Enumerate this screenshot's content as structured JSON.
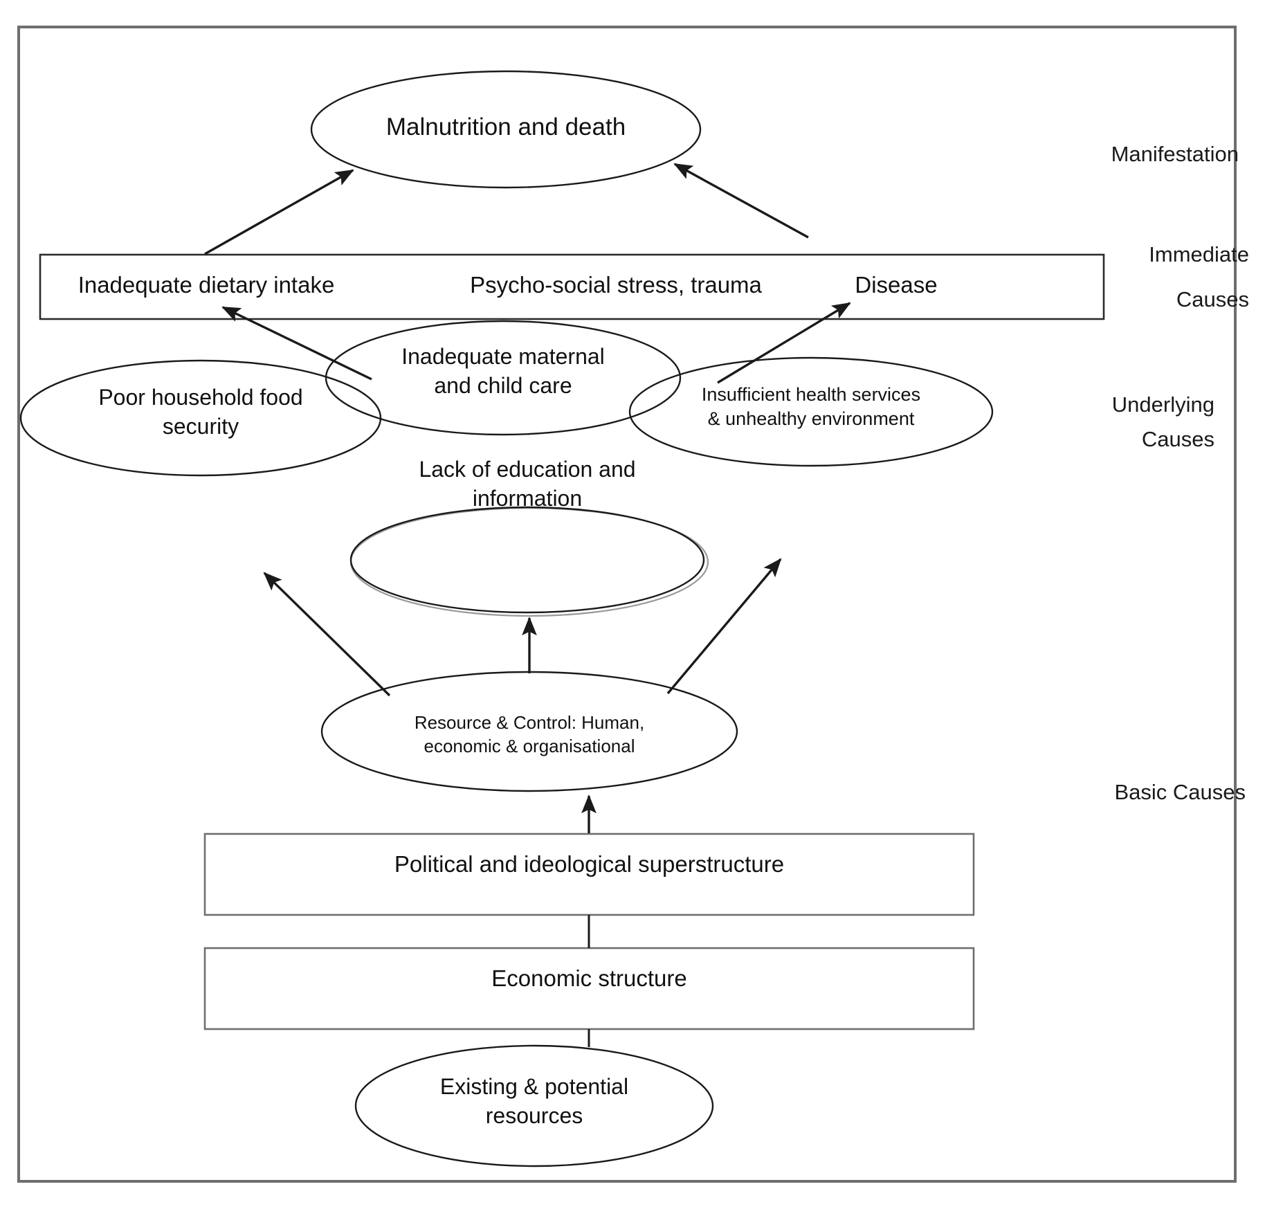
{
  "diagram": {
    "title": "UNICEF conceptual framework of malnutrition",
    "frame": {
      "border_color": "#6e6e6e"
    },
    "line_color": "#1a1a1a",
    "nodes": {
      "malnutrition": {
        "label": "Malnutrition and death",
        "shape": "ellipse"
      },
      "dietary_intake": {
        "label": "Inadequate dietary intake",
        "shape": "rectangle-cell"
      },
      "psychosocial": {
        "label": "Psycho-social stress, trauma",
        "shape": "rectangle-cell"
      },
      "disease": {
        "label": "Disease",
        "shape": "rectangle-cell"
      },
      "food_security": {
        "label_line1": "Poor household food",
        "label_line2": "security",
        "shape": "ellipse"
      },
      "maternal_care": {
        "label_line1": "Inadequate maternal",
        "label_line2": "and child care",
        "shape": "ellipse"
      },
      "health_services": {
        "label_line1": "Insufficient health services",
        "label_line2": "& unhealthy environment",
        "shape": "ellipse"
      },
      "education": {
        "label_line1": "Lack of education and",
        "label_line2": "information",
        "shape": "ellipse-double"
      },
      "resource_control": {
        "label_line1": "Resource & Control: Human,",
        "label_line2": "economic & organisational",
        "shape": "ellipse"
      },
      "political": {
        "label": "Political and ideological superstructure",
        "shape": "rectangle"
      },
      "economic": {
        "label": "Economic structure",
        "shape": "rectangle"
      },
      "resources": {
        "label_line1": "Existing & potential",
        "label_line2": "resources",
        "shape": "ellipse"
      }
    },
    "side_labels": {
      "manifestation": "Manifestation",
      "immediate_line1": "Immediate",
      "immediate_line2": "Causes",
      "underlying_line1": "Underlying",
      "underlying_line2": "Causes",
      "basic": "Basic Causes"
    }
  }
}
